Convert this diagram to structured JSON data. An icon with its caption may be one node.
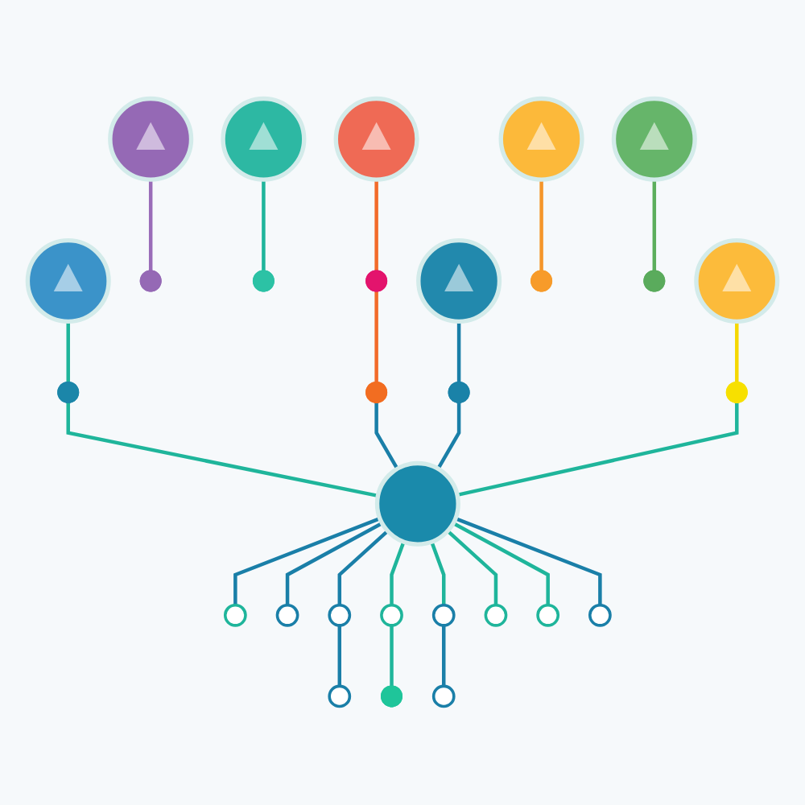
{
  "diagram": {
    "nodes": [
      {
        "text": [],
        "shape": "circle"
      },
      {
        "text": [],
        "shape": "circle"
      },
      {
        "text": [],
        "shape": "circle"
      },
      {
        "text": [],
        "shape": "circle"
      },
      {
        "text": [],
        "shape": "circle"
      },
      {
        "text": [],
        "shape": "circle"
      },
      {
        "text": [],
        "shape": "circle"
      },
      {
        "text": [],
        "shape": "circle"
      },
      {
        "text": [],
        "shape": "circle"
      },
      {
        "text": [],
        "shape": "circle"
      },
      {
        "text": [],
        "shape": "circle"
      },
      {
        "text": [],
        "shape": "circle"
      },
      {
        "text": [],
        "shape": "circle"
      },
      {
        "text": [],
        "shape": "circle"
      },
      {
        "text": [],
        "shape": "circle"
      },
      {
        "text": [],
        "shape": "circle"
      },
      {
        "text": [],
        "shape": "circle"
      },
      {
        "text": [],
        "shape": "circle"
      },
      {
        "text": [],
        "shape": "circle"
      },
      {
        "text": [],
        "shape": "circle"
      },
      {
        "text": [],
        "shape": "circle"
      },
      {
        "text": [],
        "shape": "circle"
      },
      {
        "text": [],
        "shape": "circle"
      },
      {
        "text": [],
        "shape": "circle"
      },
      {
        "text": [],
        "shape": "circle"
      },
      {
        "text": [],
        "shape": "circle"
      },
      {
        "text": [],
        "shape": "circle"
      },
      {
        "text": [],
        "shape": "circle"
      },
      {
        "text": [],
        "shape": "circle"
      }
    ],
    "edges": [
      {
        "from": 0,
        "to": 7,
        "arrow": "none",
        "color": "#1fb59b"
      },
      {
        "from": 7,
        "to": 15,
        "arrow": "none",
        "color": "#1fb59b"
      },
      {
        "from": 3,
        "to": 9,
        "arrow": "none",
        "color": "#9a6cb8"
      },
      {
        "from": 4,
        "to": 10,
        "arrow": "none",
        "color": "#1fb59b"
      },
      {
        "from": 12,
        "to": 13,
        "arrow": "none",
        "color": "#f26b2a"
      },
      {
        "from": 13,
        "to": 14,
        "arrow": "none",
        "color": "#f26b2a"
      },
      {
        "from": 14,
        "to": 15,
        "arrow": "none"
      },
      {
        "from": 17,
        "to": 16,
        "arrow": "none"
      },
      {
        "from": 16,
        "to": 15,
        "arrow": "none"
      },
      {
        "from": 24,
        "to": 19,
        "arrow": "none",
        "color": "#f5962a"
      },
      {
        "from": 25,
        "to": 20,
        "arrow": "none",
        "color": "#5cae5c"
      },
      {
        "from": 28,
        "to": 22,
        "arrow": "none",
        "color": "#f5d800"
      },
      {
        "from": 22,
        "to": 15,
        "arrow": "none",
        "color": "#1fb59b"
      },
      {
        "from": 15,
        "to": 6,
        "arrow": "none"
      },
      {
        "from": 6,
        "to": 1,
        "arrow": "none"
      },
      {
        "from": 15,
        "to": 26,
        "arrow": "none",
        "color": "#1fb59b"
      },
      {
        "from": 15,
        "to": 5,
        "arrow": "none"
      },
      {
        "from": 15,
        "to": 23,
        "arrow": "none",
        "color": "#1fb59b"
      },
      {
        "from": 15,
        "to": 2,
        "arrow": "none"
      },
      {
        "from": 15,
        "to": 27,
        "arrow": "none"
      },
      {
        "from": 15,
        "to": 11,
        "arrow": "none",
        "color": "#1fb59b"
      },
      {
        "from": 11,
        "to": 8,
        "arrow": "none",
        "color": "#1fb59b"
      },
      {
        "from": 15,
        "to": 18,
        "arrow": "none",
        "color": "#1fb59b"
      },
      {
        "from": 18,
        "to": 21,
        "arrow": "none"
      }
    ]
  }
}
